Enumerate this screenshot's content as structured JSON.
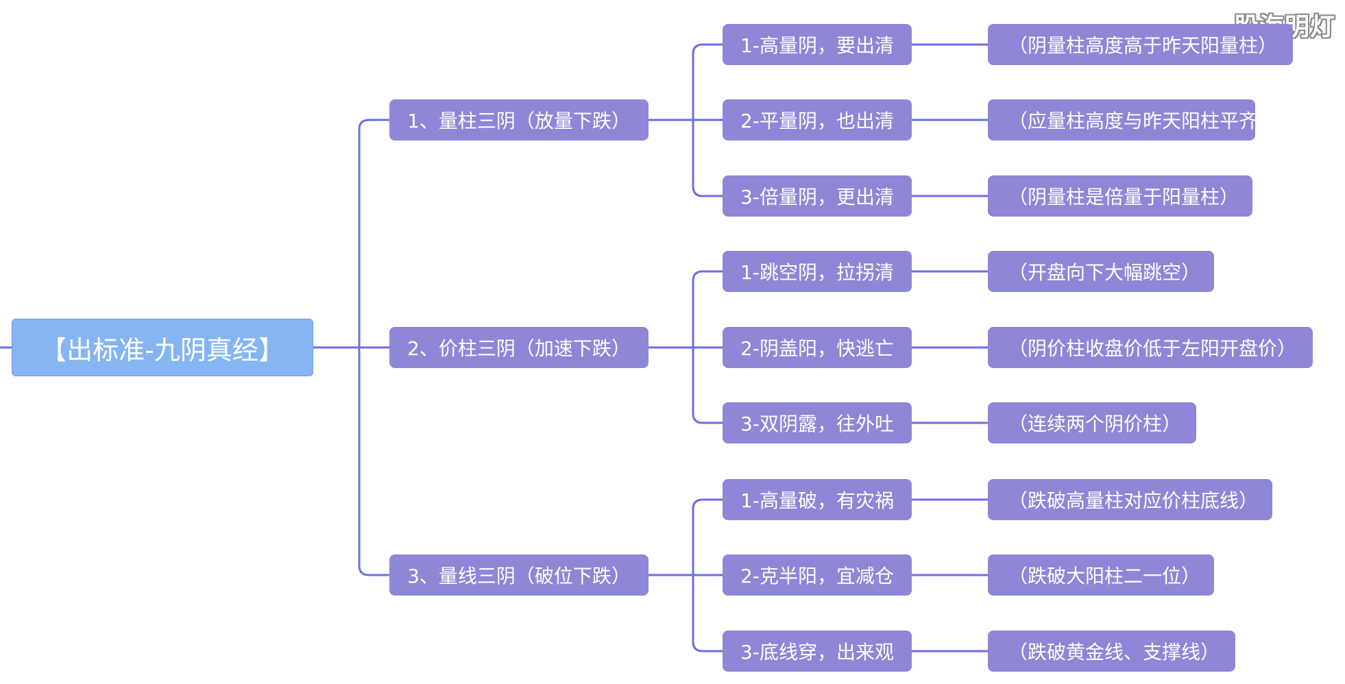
{
  "root": {
    "label": "【出标准-九阴真经】"
  },
  "watermark": "股海明灯",
  "colors": {
    "link": "#6b6ee6",
    "node_fill": "#8e86d6",
    "root_fill": "#85b5f3",
    "text": "#ffffff"
  },
  "branches": [
    {
      "label": "1、量柱三阴（放量下跌）",
      "items": [
        {
          "rule": "1-高量阴，要出清",
          "note": "（阴量柱高度高于昨天阳量柱）"
        },
        {
          "rule": "2-平量阴，也出清",
          "note": "（应量柱高度与昨天阳柱平齐）"
        },
        {
          "rule": "3-倍量阴，更出清",
          "note": "（阴量柱是倍量于阳量柱）"
        }
      ]
    },
    {
      "label": "2、价柱三阴（加速下跌）",
      "items": [
        {
          "rule": "1-跳空阴，拉拐清",
          "note": "（开盘向下大幅跳空）"
        },
        {
          "rule": "2-阴盖阳，快逃亡",
          "note": "（阴价柱收盘价低于左阳开盘价）"
        },
        {
          "rule": "3-双阴露，往外吐",
          "note": "（连续两个阴价柱）"
        }
      ]
    },
    {
      "label": "3、量线三阴（破位下跌）",
      "items": [
        {
          "rule": "1-高量破，有灾祸",
          "note": "（跌破高量柱对应价柱底线）"
        },
        {
          "rule": "2-克半阳，宜减仓",
          "note": "（跌破大阳柱二一位）"
        },
        {
          "rule": "3-底线穿，出来观",
          "note": "（跌破黄金线、支撑线）"
        }
      ]
    }
  ]
}
